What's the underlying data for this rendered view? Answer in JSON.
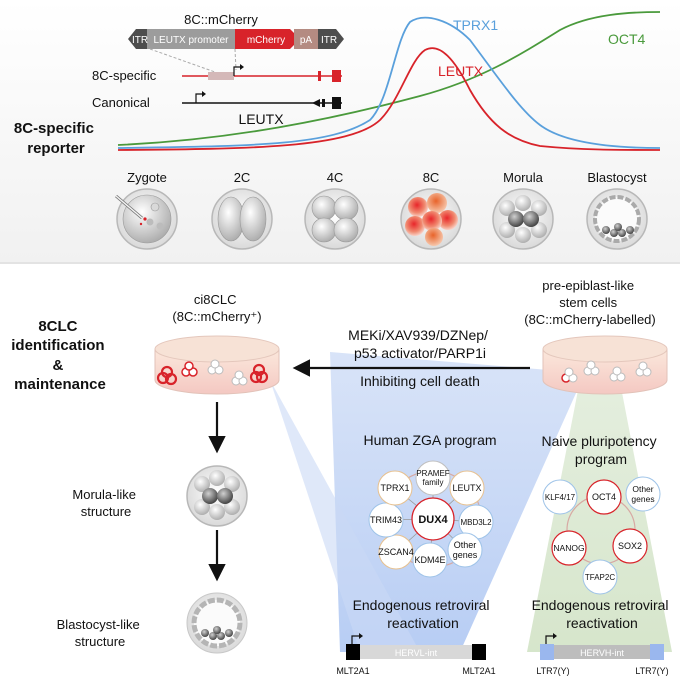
{
  "reporter": {
    "construct_title": "8C::mCherry",
    "itr_left": "ITR",
    "promoter": "LEUTX promoter",
    "mcherry": "mCherry",
    "pa": "pA",
    "itr_right": "ITR",
    "row_8c_specific": "8C-specific",
    "row_canonical": "Canonical",
    "gene_label": "LEUTX",
    "section_label_line1": "8C-specific",
    "section_label_line2": "reporter"
  },
  "expression_curves": {
    "tprx1": "TPRX1",
    "leutx": "LEUTX",
    "oct4": "OCT4",
    "colors": {
      "tprx1": "#5aa0dc",
      "leutx": "#d8232a",
      "oct4": "#4a9a3c"
    }
  },
  "stages": [
    "Zygote",
    "2C",
    "4C",
    "8C",
    "Morula",
    "Blastocyst"
  ],
  "lower": {
    "section_label": [
      "8CLC",
      "identification",
      "&",
      "maintenance"
    ],
    "ci8clc_line1": "ci8CLC",
    "ci8clc_line2": "(8C::mCherry⁺)",
    "pre_epi_line1": "pre-epiblast-like",
    "pre_epi_line2": "stem cells",
    "pre_epi_line3": "(8C::mCherry-labelled)",
    "treatment_line1": "MEKi/XAV939/DZNep/",
    "treatment_line2": "p53 activator/PARP1i",
    "treatment_line3": "Inhibiting cell death",
    "morula_like_line1": "Morula-like",
    "morula_like_line2": "structure",
    "blastocyst_like_line1": "Blastocyst-like",
    "blastocyst_like_line2": "structure"
  },
  "zga": {
    "title": "Human ZGA program",
    "center": "DUX4",
    "nodes": [
      "PRAMEF family",
      "LEUTX",
      "MBD3L2",
      "Other genes",
      "KDM4E",
      "ZSCAN4",
      "TRIM43",
      "TPRX1"
    ],
    "erv_title_line1": "Endogenous retroviral",
    "erv_title_line2": "reactivation",
    "ltr_left": "MLT2A1",
    "int": "HERVL-int",
    "ltr_right": "MLT2A1"
  },
  "naive": {
    "title_line1": "Naive pluripotency",
    "title_line2": "program",
    "nodes": [
      "KLF4/17",
      "OCT4",
      "Other genes",
      "NANOG",
      "SOX2",
      "TFAP2C"
    ],
    "erv_title_line1": "Endogenous retroviral",
    "erv_title_line2": "reactivation",
    "ltr_left": "LTR7(Y)",
    "int": "HERVH-int",
    "ltr_right": "LTR7(Y)"
  }
}
